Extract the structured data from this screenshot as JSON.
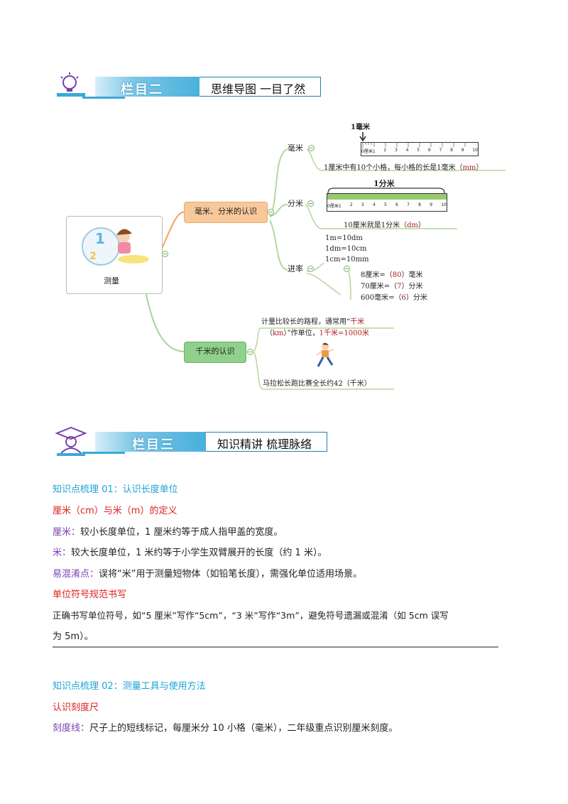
{
  "section2": {
    "tab": "栏目二",
    "subtitle": "思维导图 一目了然"
  },
  "mindmap": {
    "root": "测量",
    "node_mm_dm": "毫米、分米的认识",
    "node_km": "千米的认识",
    "mm_label": "毫米",
    "ruler1_title": "1毫米",
    "ruler1_desc_a": "1厘米中有10个小格，每小格的长是1毫米（",
    "ruler1_desc_unit": "mm",
    "ruler1_desc_b": "）",
    "dm_label": "分米",
    "ruler2_title": "1分米",
    "ruler2_desc_a": "10厘米就是1分米（",
    "ruler2_desc_unit": "dm",
    "ruler2_desc_b": "）",
    "ruler_ticks": [
      "0厘米1",
      "2",
      "3",
      "4",
      "5",
      "6",
      "7",
      "8",
      "9",
      "10"
    ],
    "rate_label": "进率",
    "rates": [
      "1m=10dm",
      "1dm=10cm",
      "1cm=10mm"
    ],
    "ex1_a": "8厘米=（",
    "ex1_v": "80",
    "ex1_b": "）毫米",
    "ex2_a": "70厘米=（",
    "ex2_v": "7",
    "ex2_b": "）分米",
    "ex3_a": "600毫米=（",
    "ex3_v": "6",
    "ex3_b": "）分米",
    "km_desc1_a": "计量比较长的路程，通常用“",
    "km_desc1_v": "千米",
    "km_desc2_a": "（",
    "km_desc2_v": "km",
    "km_desc2_b": "）”作单位，",
    "km_desc2_c": "1千米=1000米",
    "marathon": "马拉松长跑比赛全长约42（千米）"
  },
  "section3": {
    "tab": "栏目三",
    "subtitle": "知识精讲 梳理脉络"
  },
  "k1": {
    "heading": "知识点梳理 01：认识长度单位",
    "sub1": "厘米（cm）与米（m）的定义",
    "cm_label": "厘米：",
    "cm_text": "较小长度单位，1 厘米约等于成人指甲盖的宽度。",
    "m_label": "米：",
    "m_text": "较大长度单位，1 米约等于小学生双臂展开的长度（约 1 米）。",
    "mix_label": "易混淆点：",
    "mix_text": "误将“米”用于测量短物体（如铅笔长度），需强化单位适用场景。",
    "sub2": "单位符号规范书写",
    "sym_line1": "正确书写单位符号，如“5 厘米”写作“5cm”，“3 米”写作“3m”，避免符号遗漏或混淆（如 5cm 误写",
    "sym_line2": "为 5m）。"
  },
  "k2": {
    "heading": "知识点梳理 02：测量工具与使用方法",
    "sub1": "认识刻度尺",
    "tick_label": "刻度线：",
    "tick_text": "尺子上的短线标记，每厘米分 10 小格（毫米），二年级重点识别厘米刻度。"
  }
}
